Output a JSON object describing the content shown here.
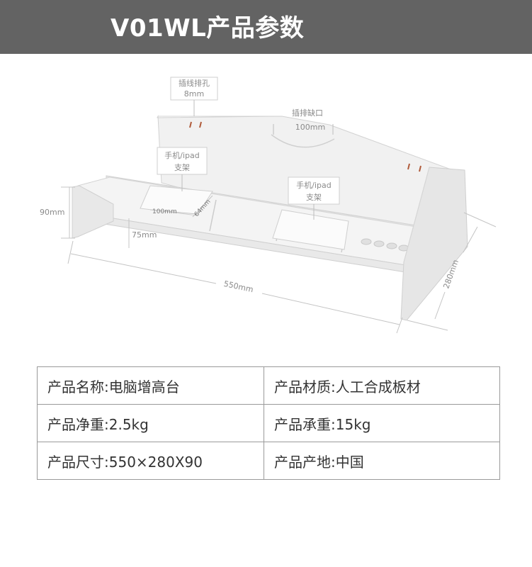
{
  "header": {
    "title": "V01WL产品参数"
  },
  "diagram": {
    "hole_callout": {
      "line1": "插线排孔",
      "line2": "8mm"
    },
    "notch_callout": {
      "label": "插排缺口",
      "value": "100mm"
    },
    "holder_left": {
      "line1": "手机/ipad",
      "line2": "支架"
    },
    "holder_right": {
      "line1": "手机/ipad",
      "line2": "支架"
    },
    "dim_height": "90mm",
    "dim_leg": "75mm",
    "dim_slot_width": "100mm",
    "dim_slot_depth": "64mm",
    "dim_length": "550mm",
    "dim_depth": "280mm"
  },
  "specs": {
    "rows": [
      [
        {
          "label": "产品名称",
          "value": ":电脑增高台"
        },
        {
          "label": "产品材质",
          "value": ":人工合成板材"
        }
      ],
      [
        {
          "label": "产品净重",
          "value": ":2.5kg"
        },
        {
          "label": "产品承重",
          "value": ":15kg"
        }
      ],
      [
        {
          "label": "产品尺寸",
          "value": ":550×280X90"
        },
        {
          "label": "产品产地",
          "value": ":中国"
        }
      ]
    ]
  }
}
